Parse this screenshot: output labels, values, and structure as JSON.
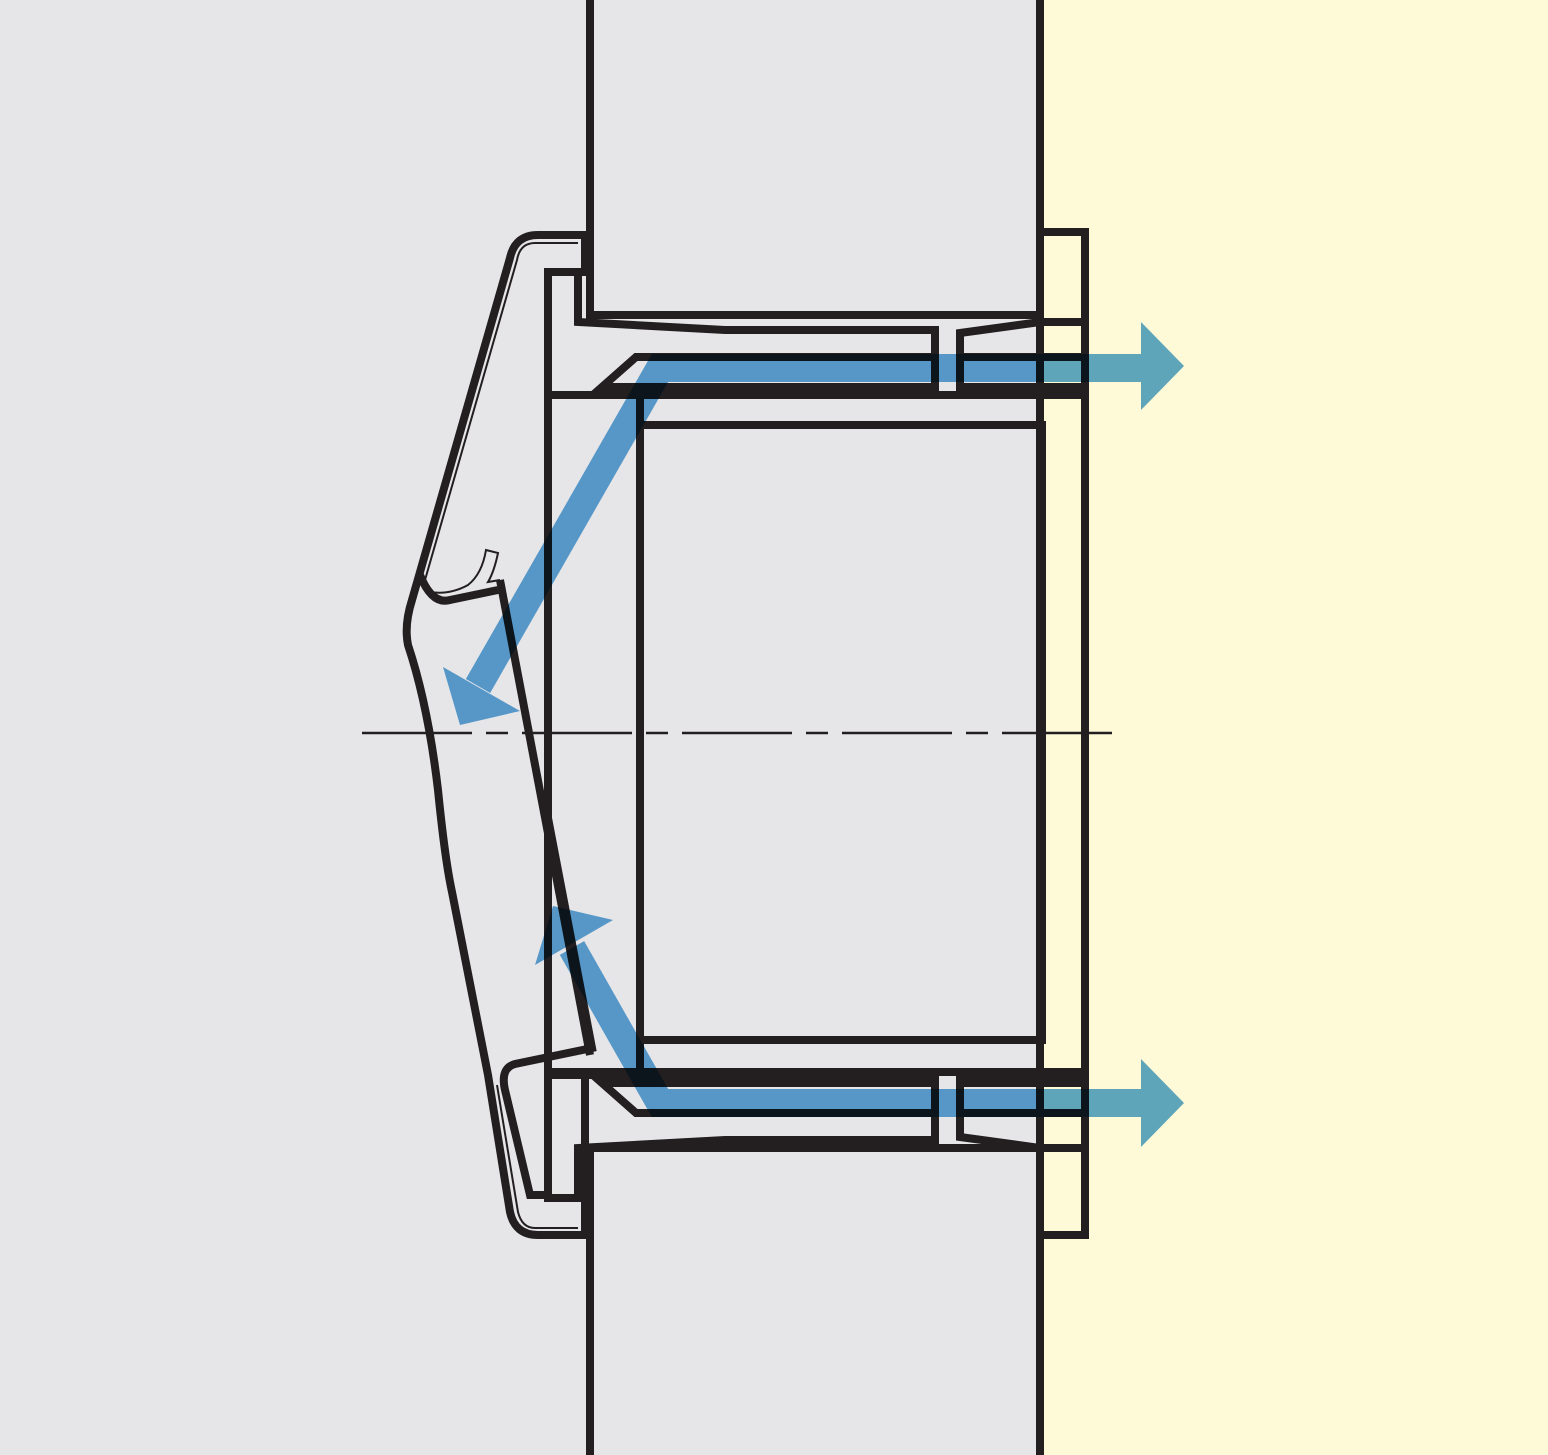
{
  "colors": {
    "interior": "#e6e6e8",
    "wall": "#f0d6ab",
    "exterior": "#fefad8",
    "airflow": "#5fa8dc",
    "outline": "#231f20",
    "part": "#ffffff"
  },
  "airflow": {
    "direction": "interior-to-exterior",
    "arrows": [
      "upper-flow-arrow",
      "lower-flow-arrow",
      "upper-outlet-arrow",
      "lower-outlet-arrow"
    ]
  }
}
